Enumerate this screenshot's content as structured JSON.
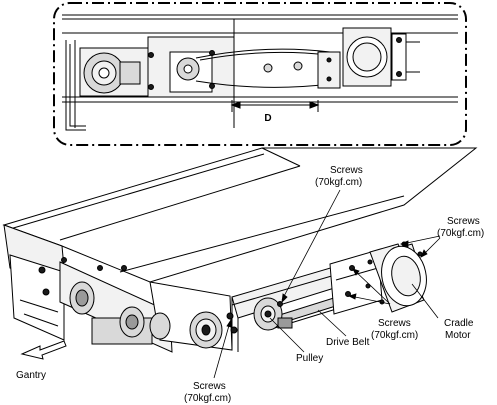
{
  "detail": {
    "dimension_label": "D"
  },
  "labels": {
    "screws_top": [
      "Screws",
      "(70kgf.cm)"
    ],
    "screws_right": [
      "Screws",
      "(70kgf.cm)"
    ],
    "screws_mid": [
      "Screws",
      "(70kgf.cm)"
    ],
    "screws_bottom": [
      "Screws",
      "(70kgf.cm)"
    ],
    "cradle_motor": [
      "Cradle",
      "Motor"
    ],
    "drive_belt": "Drive Belt",
    "pulley": "Pulley",
    "gantry": "Gantry"
  },
  "colors": {
    "line": "#000000",
    "fill_light": "#f2f2f2",
    "fill_mid": "#d9d9d9",
    "fill_dark": "#9a9a9a",
    "fill_black": "#1a1a1a"
  }
}
